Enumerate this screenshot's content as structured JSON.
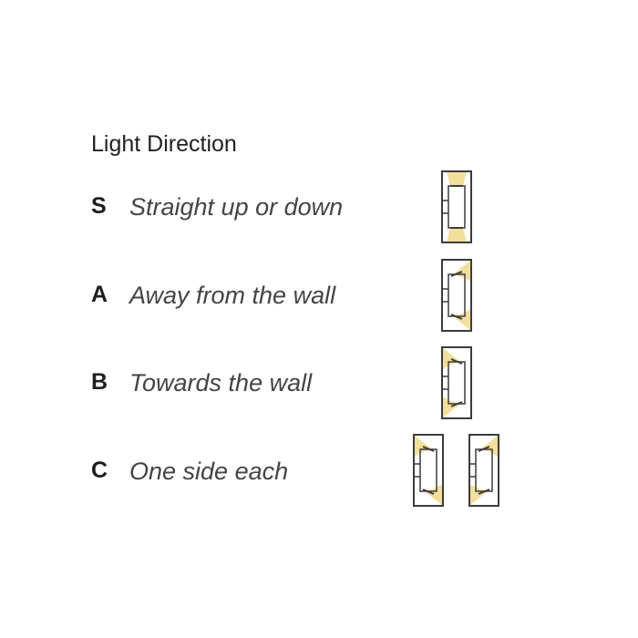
{
  "title": "Light Direction",
  "options": [
    {
      "code": "S",
      "description": "Straight up or down"
    },
    {
      "code": "A",
      "description": "Away from the wall"
    },
    {
      "code": "B",
      "description": "Towards the wall"
    },
    {
      "code": "C",
      "description": "One side each"
    }
  ],
  "colors": {
    "beam": "#f3df9c",
    "outline": "#3c3c3c",
    "text": "#444444"
  }
}
